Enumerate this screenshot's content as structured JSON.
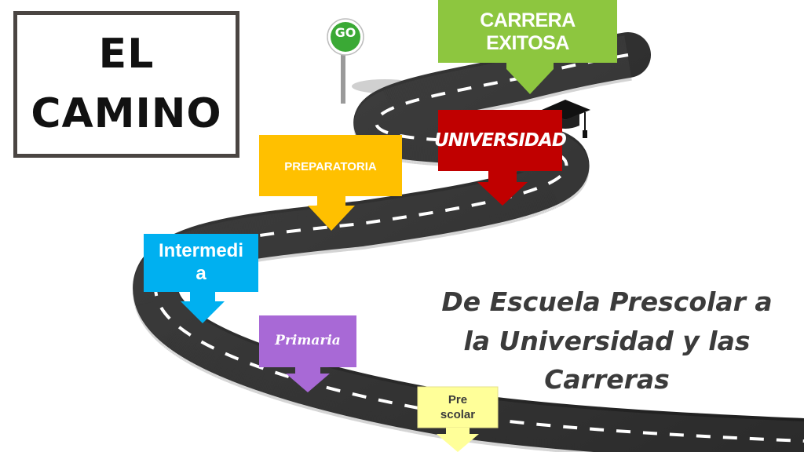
{
  "title": {
    "line1": "EL",
    "line2": "CAMINO"
  },
  "sign": {
    "label": "GO"
  },
  "stages": [
    {
      "id": "carrera",
      "label": "CARRERA EXITOSA",
      "color": "#8dc63f"
    },
    {
      "id": "universidad",
      "label": "UNIVERSIDAD",
      "color": "#c00000"
    },
    {
      "id": "preparatoria",
      "label": "PREPARATORIA",
      "color": "#ffc000"
    },
    {
      "id": "intermedia",
      "label": "Intermedia",
      "label_lines": [
        "Intermedi",
        "a"
      ],
      "color": "#00b0f0"
    },
    {
      "id": "primaria",
      "label": "Primaria",
      "color": "#a869d6"
    },
    {
      "id": "prescolar",
      "label": "Prescolar",
      "label_lines": [
        "Pre",
        "scolar"
      ],
      "color": "#ffff99"
    }
  ],
  "subtitle": {
    "lines": [
      "De Escuela Prescolar a",
      "la Universidad y las",
      "Carreras"
    ]
  },
  "colors": {
    "road": "#2b2b2b",
    "road_dash": "#ffffff",
    "title_border": "#4a4542",
    "sign": "#3aa935"
  }
}
